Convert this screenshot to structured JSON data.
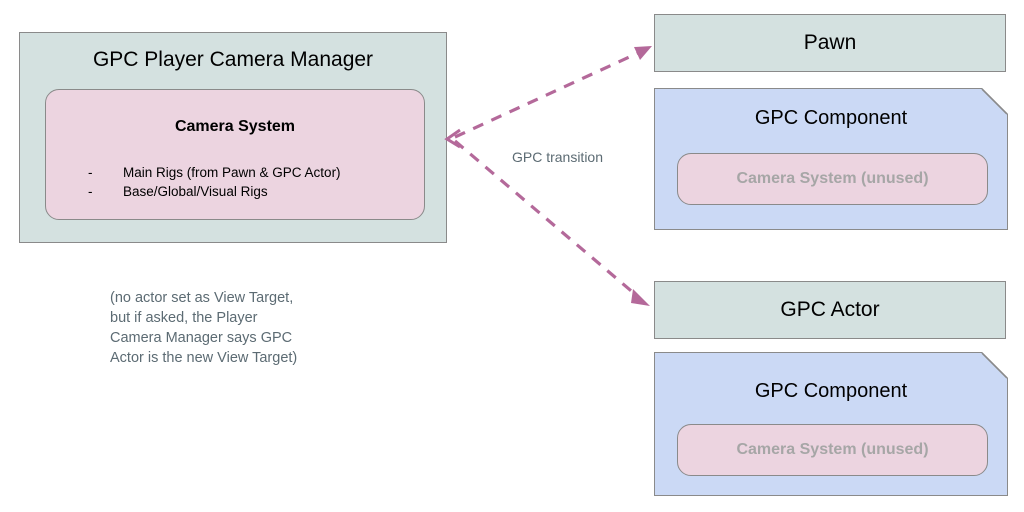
{
  "diagram": {
    "type": "block-diagram",
    "background": "#ffffff",
    "colors": {
      "teal_fill": "#d4e1e0",
      "blue_fill": "#cbd9f5",
      "pink_fill": "#ecd4e0",
      "box_stroke": "#8a8a8a",
      "arrow": "#b4699a",
      "muted_text": "#a6a6a6",
      "label_text": "#5c6b73"
    },
    "manager": {
      "title": "GPC Player Camera Manager",
      "camera_system": {
        "title": "Camera System",
        "bullet_marker": "-",
        "bullets": [
          "Main Rigs (from Pawn & GPC Actor)",
          "Base/Global/Visual Rigs"
        ]
      }
    },
    "annotation": "(no actor set as View Target,\nbut if asked, the Player\nCamera Manager says GPC\nActor is the new View Target)",
    "transition_label": "GPC transition",
    "pawn": {
      "title": "Pawn",
      "component": {
        "title": "GPC Component",
        "camera_system_label": "Camera System (unused)"
      }
    },
    "gpc_actor": {
      "title": "GPC Actor",
      "component": {
        "title": "GPC Component",
        "camera_system_label": "Camera System (unused)"
      }
    }
  }
}
